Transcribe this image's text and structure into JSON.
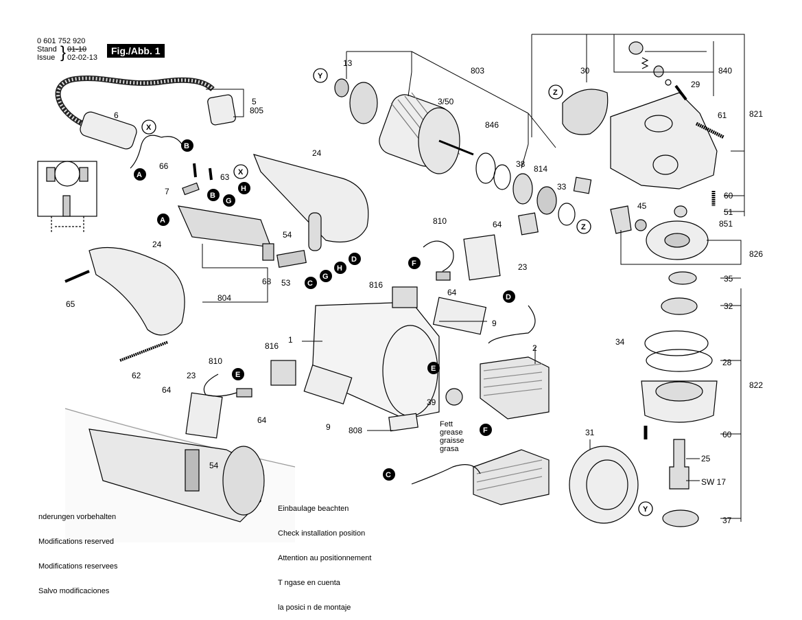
{
  "header": {
    "part_number": "0 601 752 920",
    "stand_label": "Stand",
    "stand_old": "01-10",
    "issue_label": "Issue",
    "issue_date": "02-02-13",
    "figure_label": "Fig./Abb. 1"
  },
  "notes": {
    "modifications": [
      "nderungen vorbehalten",
      "Modifications reserved",
      "Modifications reservees",
      "Salvo modificaciones"
    ],
    "installation": [
      "Einbaulage beachten",
      "Check installation position",
      "Attention au positionnement",
      "T ngase en cuenta",
      "la posici n de montaje"
    ],
    "grease": [
      "Fett",
      "grease",
      "graisse",
      "grasa"
    ]
  },
  "part_labels": {
    "p13": "13",
    "p803": "803",
    "p30": "30",
    "p840": "840",
    "p3_50": "3/50",
    "p29": "29",
    "p5": "5",
    "p805": "805",
    "p6": "6",
    "p846": "846",
    "p821": "821",
    "p61": "61",
    "p24a": "24",
    "p38": "38",
    "p814": "814",
    "p66": "66",
    "p63": "63",
    "p7": "7",
    "p33": "33",
    "p60a": "60",
    "p45": "45",
    "p51": "51",
    "p851": "851",
    "p810a": "810",
    "p64a": "64",
    "p54a": "54",
    "p826": "826",
    "p24b": "24",
    "p23a": "23",
    "p68": "68",
    "p53": "53",
    "p35": "35",
    "p816a": "816",
    "p64b": "64",
    "p65": "65",
    "p804": "804",
    "p32": "32",
    "p9a": "9",
    "p1": "1",
    "p2": "2",
    "p34": "34",
    "p816b": "816",
    "p28": "28",
    "p62": "62",
    "p810b": "810",
    "p23b": "23",
    "p822": "822",
    "p39": "39",
    "p64c": "64",
    "p64d": "64",
    "p9b": "9",
    "p808": "808",
    "p31": "31",
    "p60b": "60",
    "p25": "25",
    "p54b": "54",
    "sw17": "SW 17",
    "p37": "37"
  },
  "connectors": {
    "A": "A",
    "B": "B",
    "C": "C",
    "D": "D",
    "E": "E",
    "F": "F",
    "G": "G",
    "H": "H"
  },
  "markers": {
    "X": "X",
    "Y": "Y",
    "Z": "Z"
  },
  "colors": {
    "ink": "#000000",
    "paper": "#ffffff",
    "part_fill": "#e6e6e6",
    "shade": "#9a9a9a"
  }
}
